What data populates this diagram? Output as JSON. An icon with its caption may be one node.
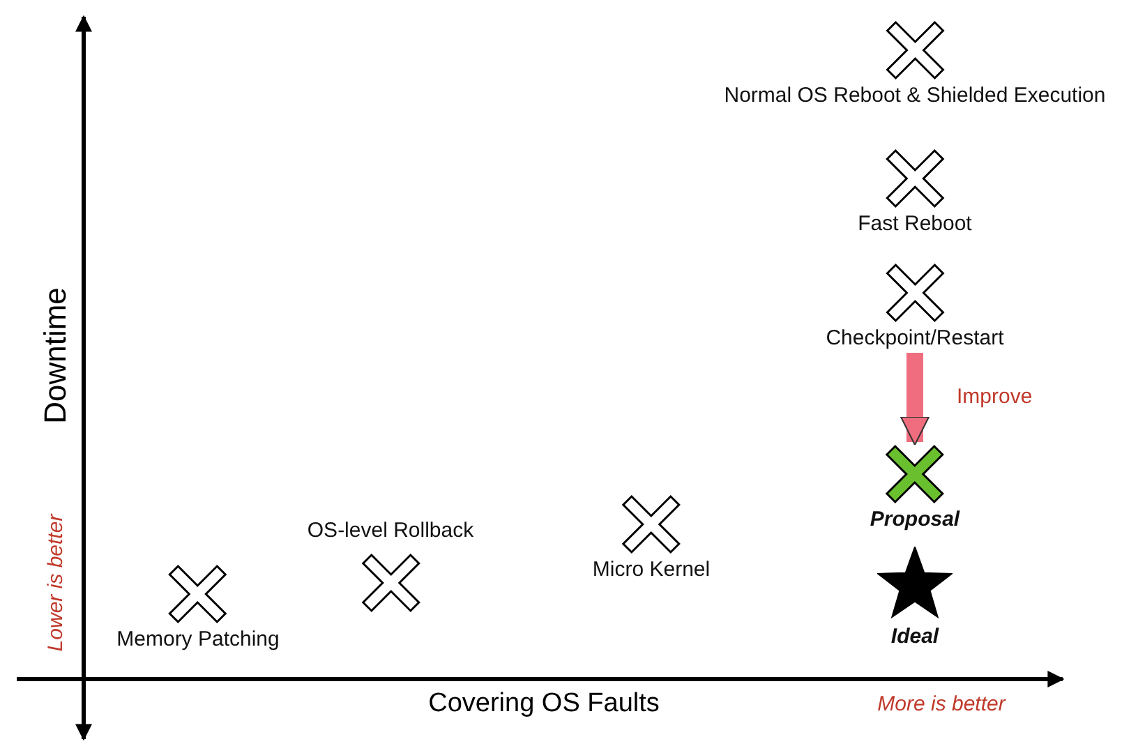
{
  "diagram": {
    "nodes": [
      {
        "text": [
          "Normal OS Reboot & Shielded Execution"
        ]
      },
      {
        "text": [
          "Fast Reboot"
        ]
      },
      {
        "text": [
          "Checkpoint/Restart"
        ]
      },
      {
        "text": [
          "Proposal"
        ]
      },
      {
        "text": [
          "OS-level Rollback"
        ]
      },
      {
        "text": [
          "Micro Kernel"
        ]
      },
      {
        "text": [
          "Memory Patching"
        ]
      },
      {
        "text": [
          "Ideal"
        ]
      }
    ],
    "edges": [
      {
        "from": 2,
        "to": 3,
        "arrow": "to",
        "label": "Improve",
        "color": "#f06d7f"
      }
    ],
    "labels": [
      "Downtime",
      "Lower is better",
      "Covering OS Faults",
      "More is better"
    ]
  }
}
